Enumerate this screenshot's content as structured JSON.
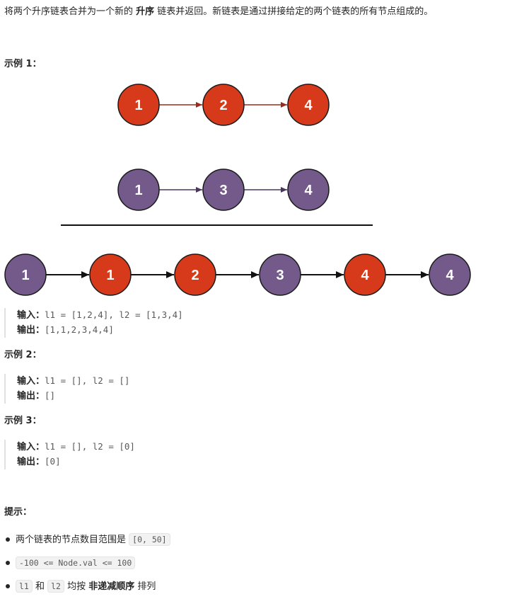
{
  "description": {
    "part1": "将两个升序链表合并为一个新的 ",
    "bold": "升序",
    "part2": " 链表并返回。新链表是通过拼接给定的两个链表的所有节点组成的。"
  },
  "example1": {
    "title": "示例 1：",
    "input_label": "输入：",
    "input_value": "l1 = [1,2,4], l2 = [1,3,4]",
    "output_label": "输出：",
    "output_value": "[1,1,2,3,4,4]"
  },
  "example2": {
    "title": "示例 2：",
    "input_label": "输入：",
    "input_value": "l1 = [], l2 = []",
    "output_label": "输出：",
    "output_value": "[]"
  },
  "example3": {
    "title": "示例 3：",
    "input_label": "输入：",
    "input_value": "l1 = [], l2 = [0]",
    "output_label": "输出：",
    "output_value": "[0]"
  },
  "hints": {
    "title": "提示：",
    "item1_text": "两个链表的节点数目范围是 ",
    "item1_code": "[0, 50]",
    "item2_code": "-100 <= Node.val <= 100",
    "item3_code_a": "l1",
    "item3_mid": " 和 ",
    "item3_code_b": "l2",
    "item3_text": " 均按 ",
    "item3_bold": "非递减顺序",
    "item3_tail": " 排列"
  },
  "diagram": {
    "colors": {
      "red": "#d63a1b",
      "purple": "#735a8a",
      "red_arrow": "#9b2b1e",
      "purple_arrow": "#4a3660",
      "black": "#111111"
    },
    "list1": [
      "1",
      "2",
      "4"
    ],
    "list2": [
      "1",
      "3",
      "4"
    ],
    "merged": [
      {
        "label": "1",
        "color": "purple"
      },
      {
        "label": "1",
        "color": "red"
      },
      {
        "label": "2",
        "color": "red"
      },
      {
        "label": "3",
        "color": "purple"
      },
      {
        "label": "4",
        "color": "red"
      },
      {
        "label": "4",
        "color": "purple"
      }
    ]
  }
}
